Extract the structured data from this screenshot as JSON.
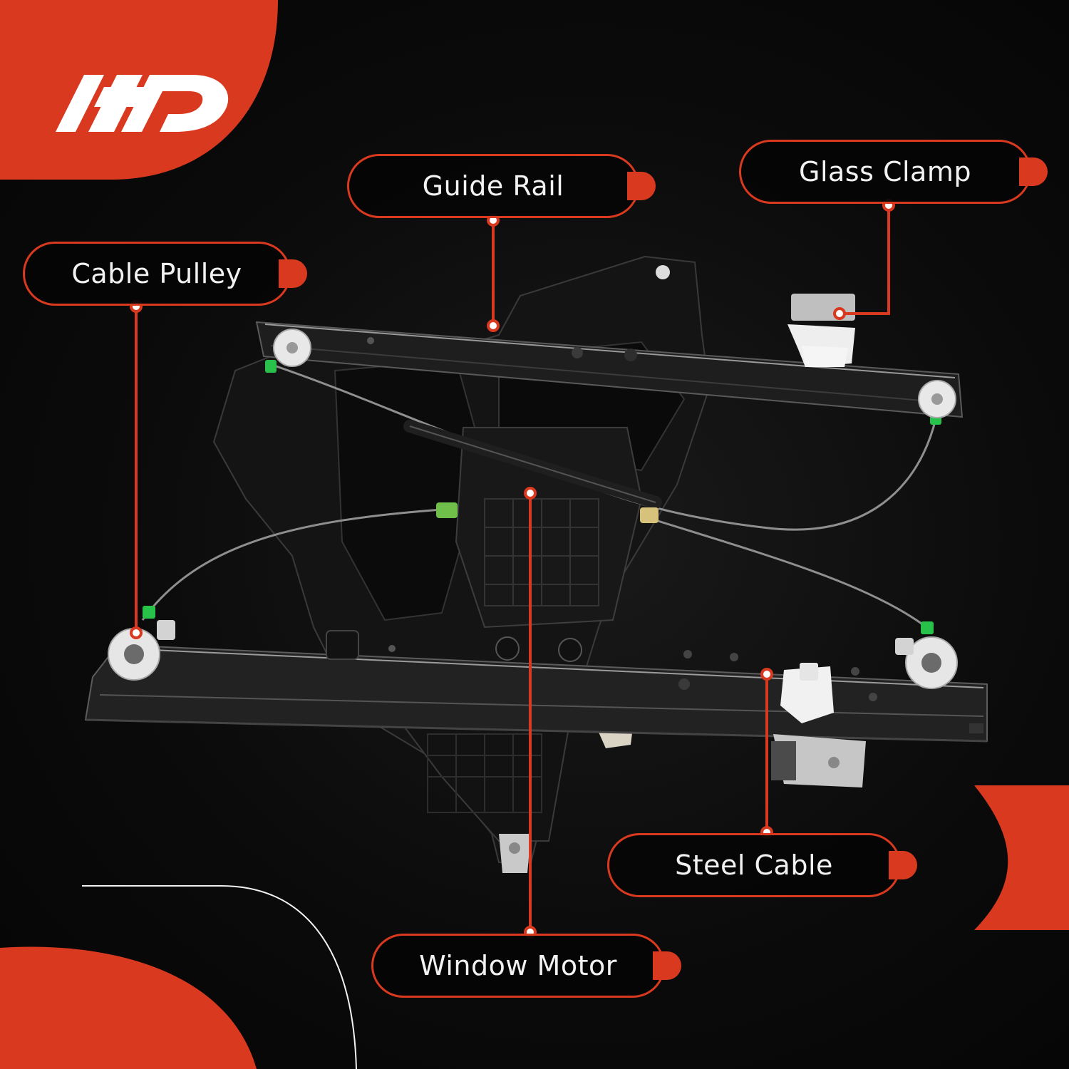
{
  "brand": {
    "accent_color": "#d9391f",
    "logo_icon": "a-premium-logo-icon"
  },
  "labels": {
    "guide_rail": "Guide Rail",
    "glass_clamp": "Glass Clamp",
    "cable_pulley": "Cable Pulley",
    "steel_cable": "Steel Cable",
    "window_motor": "Window Motor"
  }
}
